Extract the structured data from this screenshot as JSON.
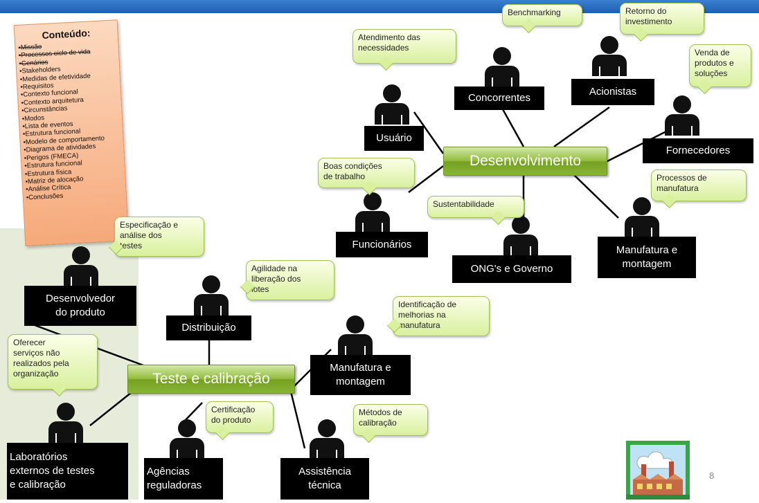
{
  "note": {
    "title": "Conteúdo:",
    "items": [
      {
        "text": "Missão",
        "crossed": true
      },
      {
        "text": "Processos ciclo de vida",
        "crossed": true
      },
      {
        "text": "Cenários",
        "crossed": true
      },
      {
        "text": "Stakeholders",
        "crossed": false
      },
      {
        "text": "Medidas de efetividade",
        "crossed": false
      },
      {
        "text": "Requisitos",
        "crossed": false
      },
      {
        "text": "Contexto funcional",
        "crossed": false
      },
      {
        "text": "Contexto arquitetura",
        "crossed": false
      },
      {
        "text": "Circunstâncias",
        "crossed": false
      },
      {
        "text": "Modos",
        "crossed": false
      },
      {
        "text": "Lista de eventos",
        "crossed": false
      },
      {
        "text": "Estrutura funcional",
        "crossed": false
      },
      {
        "text": "Modelo de comportamento",
        "crossed": false
      },
      {
        "text": "Diagrama de atividades",
        "crossed": false
      },
      {
        "text": "Perigos (FMECA)",
        "crossed": false
      },
      {
        "text": "Estrutura funcional",
        "crossed": false
      },
      {
        "text": "Estrutura física",
        "crossed": false
      },
      {
        "text": "Matriz de alocação",
        "crossed": false
      },
      {
        "text": "Análise Crítica",
        "crossed": false
      },
      {
        "text": "Conclusões",
        "crossed": false
      }
    ]
  },
  "hubs": {
    "desenvolvimento": "Desenvolvimento",
    "teste": "Teste e calibração"
  },
  "stakeholders": {
    "usuario": "Usuário",
    "concorrentes": "Concorrentes",
    "acionistas": "Acionistas",
    "fornecedores": "Fornecedores",
    "funcionarios": "Funcionários",
    "ong": "ONG's e Governo",
    "manufatura_dev": "Manufatura e\nmontagem",
    "desenvolvedor": "Desenvolvedor\ndo produto",
    "distribuicao": "Distribuição",
    "manufatura_teste": "Manufatura e\nmontagem",
    "laboratorios": "Laboratórios\nexternos de testes\ne calibração",
    "agencias": "Agências\nreguladoras",
    "assistencia": "Assistência\ntécnica"
  },
  "bubbles": {
    "atendimento": "Atendimento das\nnecessidades",
    "benchmarking": "Benchmarking",
    "retorno": "Retorno do\ninvestimento",
    "venda": "Venda de\nprodutos e\nsoluções",
    "boas": "Boas condições\nde trabalho",
    "sustentabilidade": "Sustentabilidade",
    "processos": "Processos de\nmanufatura",
    "especificacao": "Especificação e\nanálise dos\ntestes",
    "agilidade": "Agilidade na\nliberação dos\nlotes",
    "identificacao": "Identificação de\nmelhorias na\nmanufatura",
    "oferecer": "Oferecer\nserviços não\nrealizados pela\norganização",
    "certificacao": "Certificação\ndo produto",
    "metodos": "Métodos de\ncalibração"
  },
  "page_number": "8",
  "icons": [
    "person-icon",
    "factory-icon"
  ]
}
